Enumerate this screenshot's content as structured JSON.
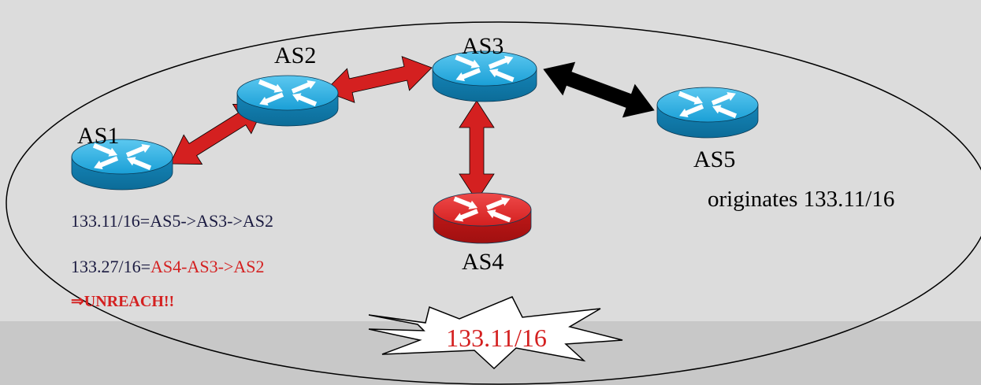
{
  "diagram": {
    "nodes": {
      "as1": {
        "label": "AS1",
        "color": "#1aa0d8"
      },
      "as2": {
        "label": "AS2",
        "color": "#1aa0d8"
      },
      "as3": {
        "label": "AS3",
        "color": "#1aa0d8"
      },
      "as4": {
        "label": "AS4",
        "color": "#d42020"
      },
      "as5": {
        "label": "AS5",
        "color": "#1aa0d8"
      }
    },
    "originates": "originates 133.11/16",
    "routes": {
      "route1": "133.11/16=AS5->AS3->AS2",
      "route2_prefix": "133.27/16=",
      "route2_path": "AS4-AS3->AS2",
      "unreach_arrow": "⇒",
      "unreach": "UNREACH!!"
    },
    "burst_label": "133.11/16",
    "colors": {
      "link_red": "#d42020",
      "link_black": "#000000",
      "bg_top": "#dcdcdc",
      "bg_bottom": "#c8c8c8",
      "text_red": "#d42020"
    }
  }
}
